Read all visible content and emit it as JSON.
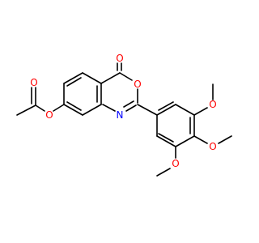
{
  "figure": {
    "type": "chemical-structure",
    "background": "#ffffff",
    "bond_color": "#000000"
  },
  "atoms": {
    "o_carbonyl": {
      "label": "O",
      "color": "#ff0000"
    },
    "o_ring": {
      "label": "O",
      "color": "#ff0000"
    },
    "n_ring": {
      "label": "N",
      "color": "#0000ff"
    },
    "o_ester_carbonyl": {
      "label": "O",
      "color": "#ff0000"
    },
    "o_ester_link": {
      "label": "O",
      "color": "#ff0000"
    },
    "o_methoxy_top": {
      "label": "O",
      "color": "#ff0000"
    },
    "o_methoxy_mid": {
      "label": "O",
      "color": "#ff0000"
    },
    "o_methoxy_bottom": {
      "label": "O",
      "color": "#ff0000"
    }
  }
}
